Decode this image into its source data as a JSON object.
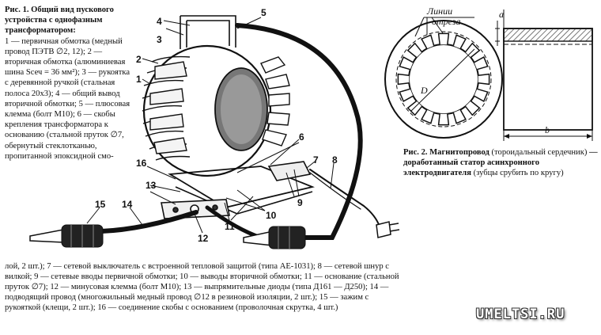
{
  "fig1": {
    "title": "Рис. 1. Общий вид пускового устройства с однофазным трансформатором:",
    "legend_top": "1 — первичная обмотка (медный провод ПЭТВ ∅2, 12); 2 — вторичная обмотка (алюминиевая шина Sсеч = 36 мм²); 3 — рукоятка с деревянной ручкой (стальная полоса 20х3); 4 — общий вывод вторичной обмотки; 5 — плюсовая клемма (болт M10); 6 — скобы крепления трансформатора к основанию (стальной пруток ∅7, обернутый стеклотканью, пропитанной эпоксидной смо-",
    "legend_bottom": "лой, 2 шт.); 7 — сетевой выключатель с встроенной тепловой защитой (типа АЕ-1031); 8 — сетевой шнур с вилкой; 9 — сетевые вводы первичной обмотки; 10 — выводы вторичной обмотки; 11 — основание (стальной пруток ∅7); 12 — минусовая клемма (болт M10); 13 — выпрямительные диоды (типа Д161 — Д250); 14 — подводящий провод (многожильный медный провод ∅12 в резиновой изоляции, 2 шт.); 15 — зажим с рукояткой (клещи, 2 шт.); 16 — соединение скобы с основанием (проволочная скрутка, 4 шт.)",
    "callouts": [
      "1",
      "2",
      "3",
      "4",
      "5",
      "6",
      "7",
      "8",
      "9",
      "10",
      "11",
      "12",
      "13",
      "14",
      "15",
      "16"
    ]
  },
  "fig2": {
    "title": "Рис. 2. Магнитопровод",
    "subtitle": " (тороидальный сердечник) ",
    "bold_part": "— доработанный статор асинхронного электродвигателя",
    "tail": " (зубцы срубить по кругу)",
    "label_lines": "Линии",
    "label_cut": "отреза",
    "label_D": "D",
    "label_a": "a",
    "label_b": "b"
  },
  "watermark": "UMELTSI.RU",
  "colors": {
    "ink": "#111111",
    "paper": "#ffffff",
    "hatch": "#555555"
  }
}
